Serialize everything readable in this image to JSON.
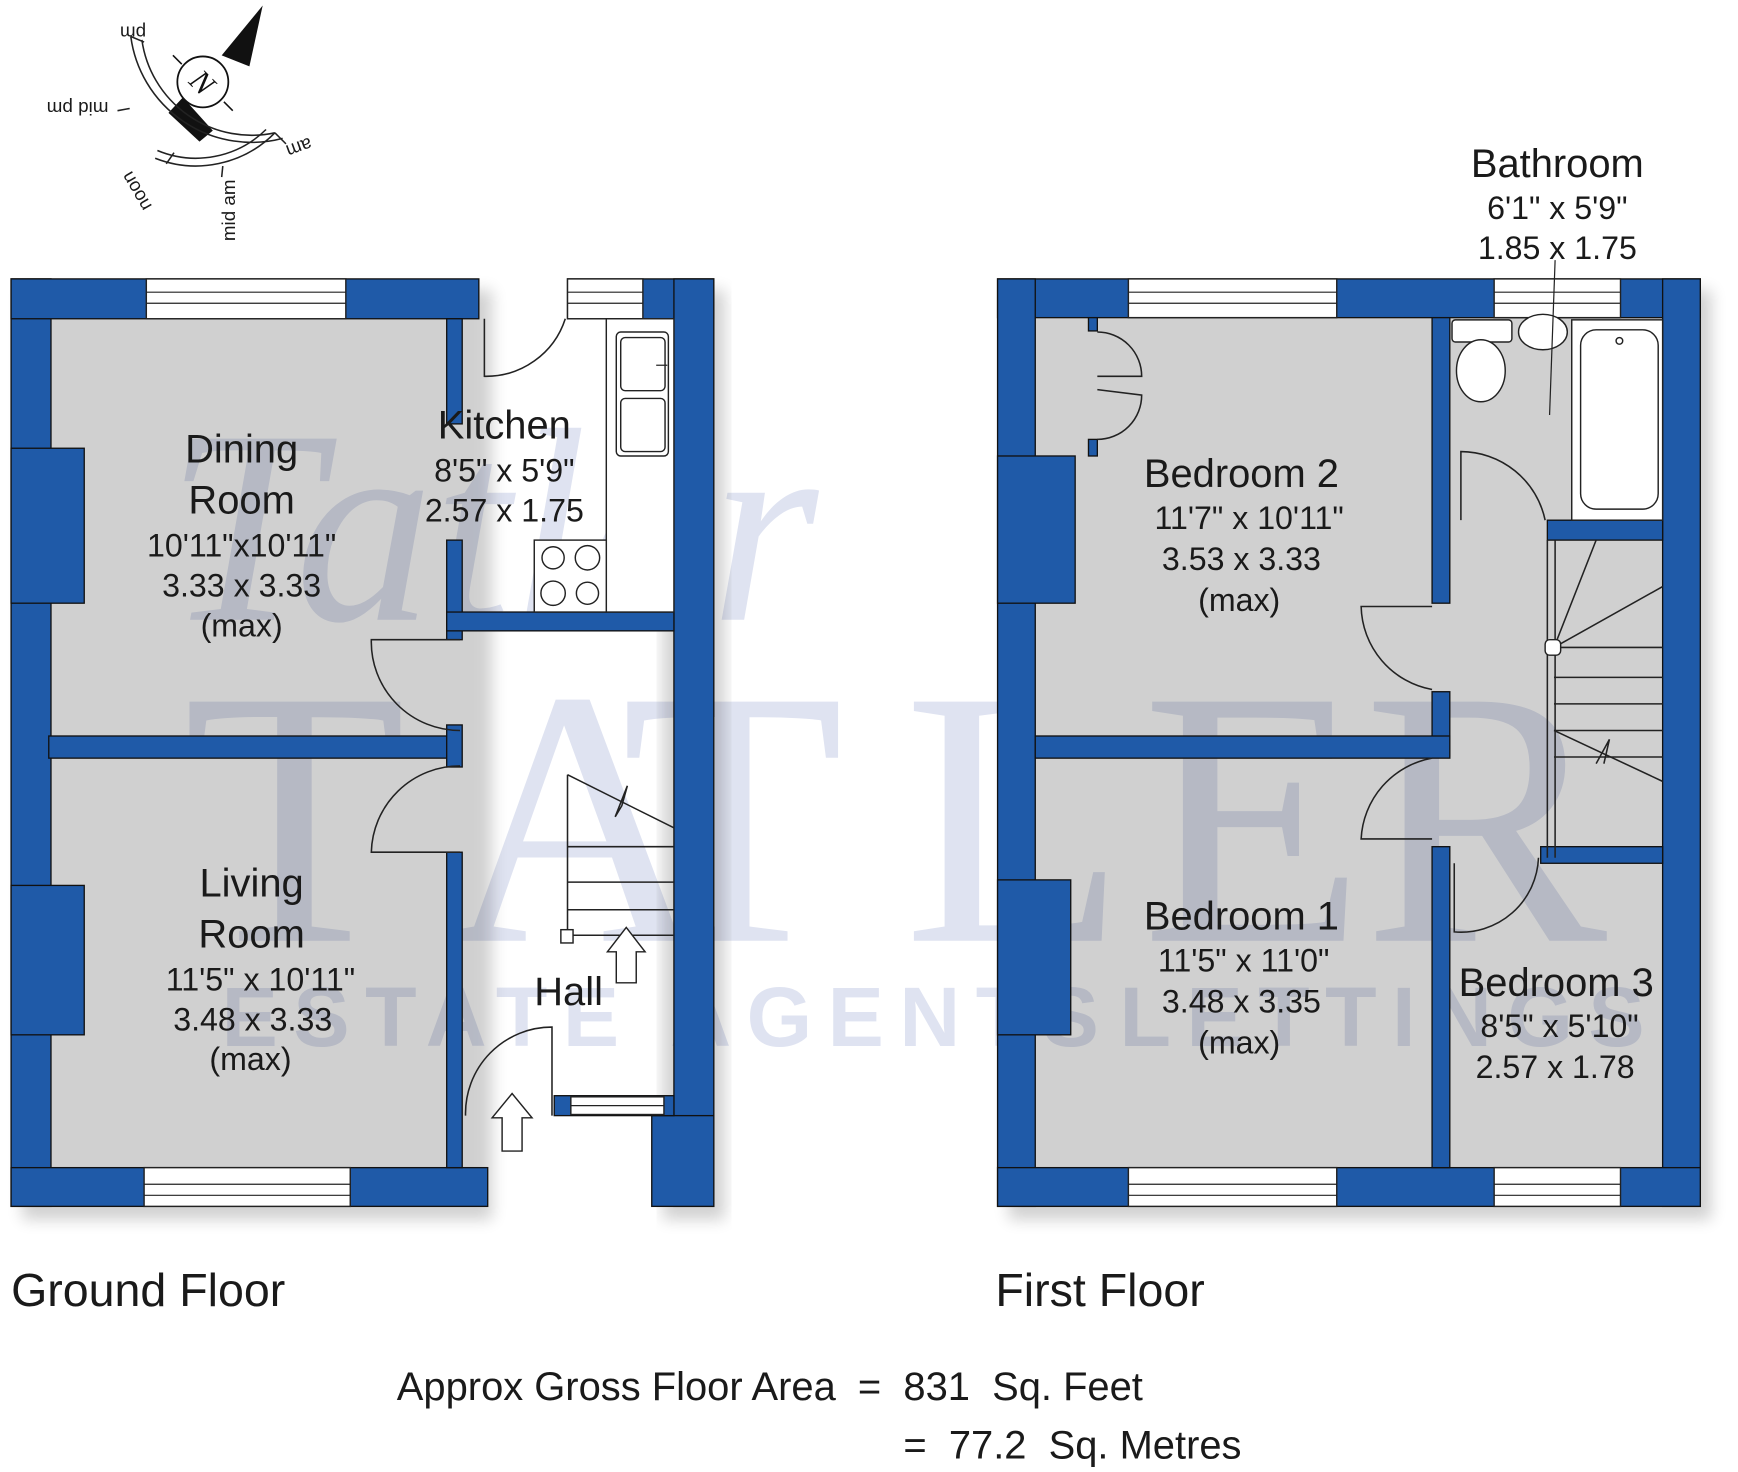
{
  "compass": {
    "north_label": "N",
    "labels": [
      "pm",
      "mid pm",
      "noon",
      "mid am",
      "am"
    ]
  },
  "watermark": {
    "letters": [
      "T",
      "A",
      "T",
      "L",
      "E",
      "R"
    ],
    "script": "Tatler",
    "sub_left": "ESTATE AGENTS",
    "sub_right": "LETTINGS",
    "color": "#dfe3f1"
  },
  "colors": {
    "wall": "#1f5aa8",
    "text": "#1a1a1a"
  },
  "ground_floor": {
    "label": "Ground Floor",
    "rooms": [
      {
        "name_lines": [
          "Dining",
          "Room"
        ],
        "dims": [
          "10'11\"x10'11\"",
          "3.33  x  3.33",
          "(max)"
        ]
      },
      {
        "name_lines": [
          "Kitchen"
        ],
        "dims": [
          "8'5\"  x  5'9\"",
          "2.57  x  1.75"
        ]
      },
      {
        "name_lines": [
          "Living",
          "Room"
        ],
        "dims": [
          "11'5\" x 10'11\"",
          "3.48  x  3.33",
          "(max)"
        ]
      },
      {
        "name_lines": [
          "Hall"
        ],
        "dims": []
      }
    ]
  },
  "first_floor": {
    "label": "First Floor",
    "rooms": [
      {
        "name_lines": [
          "Bathroom"
        ],
        "dims": [
          "6'1\"  x  5'9\"",
          "1.85  x  1.75"
        ]
      },
      {
        "name_lines": [
          "Bedroom 2"
        ],
        "dims": [
          "11'7\" x 10'11\"",
          "3.53  x  3.33",
          "(max)"
        ]
      },
      {
        "name_lines": [
          "Bedroom 1"
        ],
        "dims": [
          "11'5\"  x  11'0\"",
          "3.48  x  3.35",
          "(max)"
        ]
      },
      {
        "name_lines": [
          "Bedroom 3"
        ],
        "dims": [
          "8'5\"  x  5'10\"",
          "2.57  x  1.78"
        ]
      }
    ]
  },
  "area": {
    "line1": "Approx Gross Floor Area  =  831  Sq. Feet",
    "line2": "=  77.2  Sq. Metres"
  }
}
